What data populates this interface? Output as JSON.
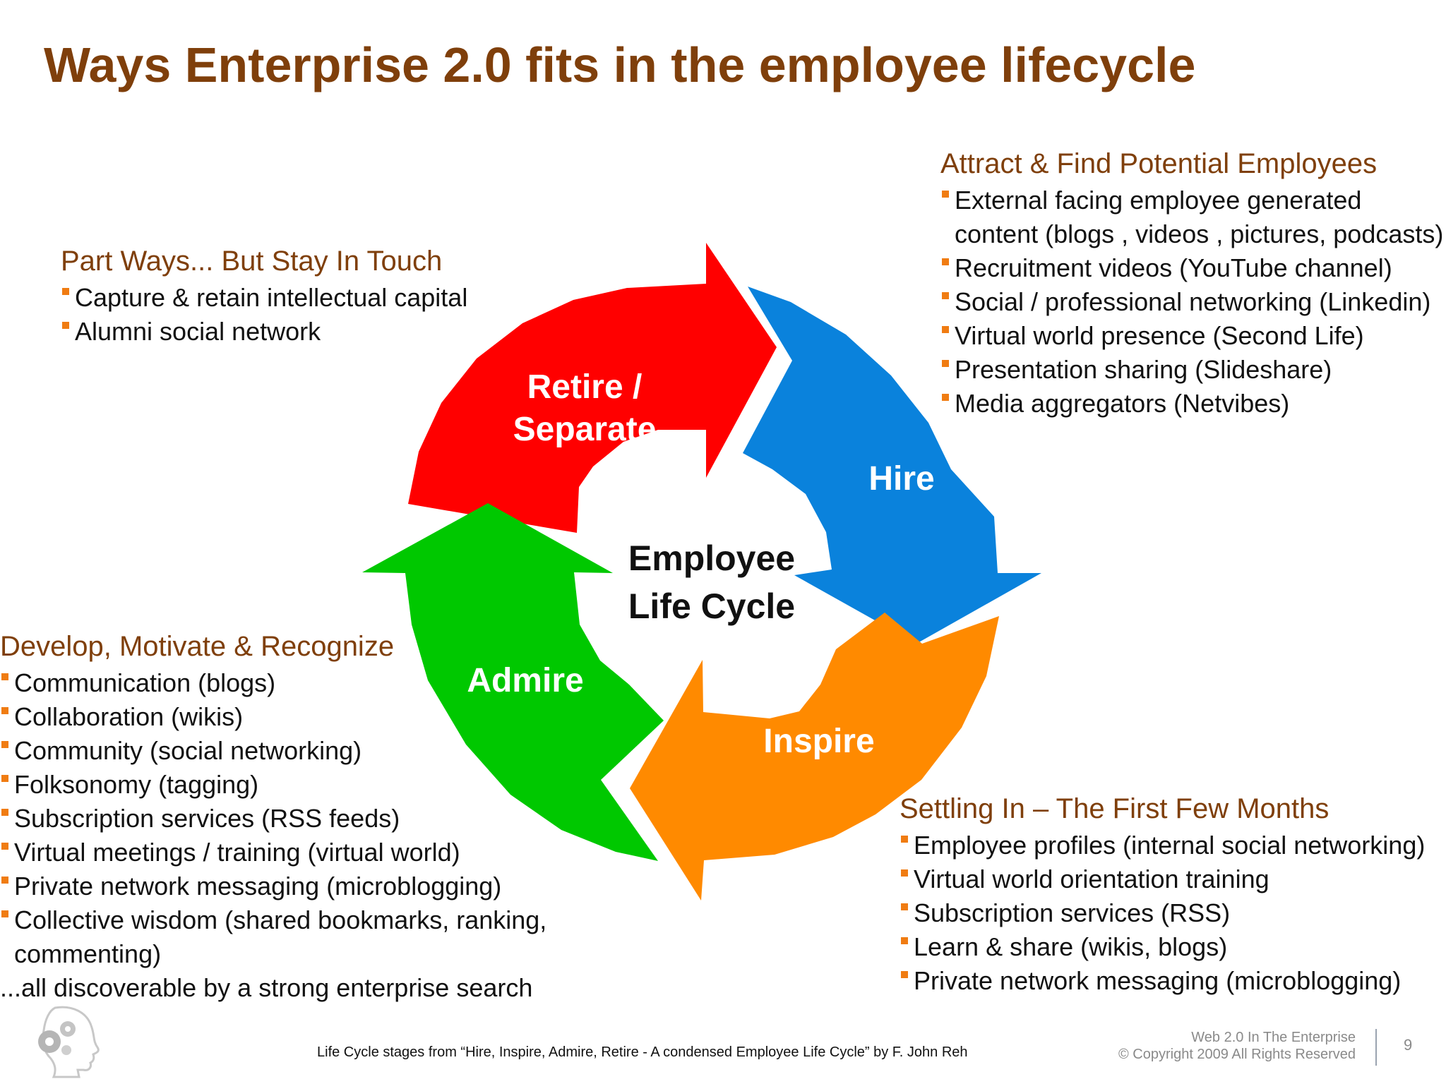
{
  "title": "Ways Enterprise 2.0 fits in the employee lifecycle",
  "cycle": {
    "center_line1": "Employee",
    "center_line2": "Life Cycle",
    "stages": {
      "retire_line1": "Retire /",
      "retire_line2": "Separate",
      "hire": "Hire",
      "inspire": "Inspire",
      "admire": "Admire"
    },
    "colors": {
      "retire": "#ff0000",
      "hire": "#0a82dc",
      "inspire": "#ff8a00",
      "admire": "#00c800"
    }
  },
  "attract": {
    "heading": "Attract & Find Potential Employees",
    "items": [
      "External facing employee generated",
      "Recruitment videos (YouTube channel)",
      "Social / professional networking  (Linkedin)",
      "Virtual world presence (Second Life)",
      "Presentation  sharing  (Slideshare)",
      "Media aggregators (Netvibes)"
    ],
    "item0_continuation": "content (blogs , videos , pictures, podcasts)"
  },
  "partways": {
    "heading": "Part Ways... But Stay In Touch",
    "items": [
      "Capture & retain intellectual capital",
      "Alumni social network"
    ]
  },
  "develop": {
    "heading": "Develop, Motivate & Recognize",
    "items": [
      "Communication (blogs)",
      "Collaboration (wikis)",
      "Community (social networking)",
      "Folksonomy (tagging)",
      "Subscription services (RSS feeds)",
      "Virtual meetings / training (virtual world)",
      "Private network messaging (microblogging)",
      "Collective wisdom (shared bookmarks, ranking,"
    ],
    "item7_continuation": "commenting)",
    "tail": "...all discoverable by a strong enterprise search"
  },
  "settling": {
    "heading": "Settling In – The  First Few Months",
    "items": [
      "Employee profiles (internal social networking)",
      "Virtual world orientation training",
      "Subscription services (RSS)",
      "Learn & share (wikis, blogs)",
      "Private network messaging (microblogging)"
    ]
  },
  "footer": {
    "credit": "Life Cycle stages from “Hire, Inspire, Admire, Retire - A condensed Employee Life Cycle” by F. John Reh",
    "brand_line1": "Web 2.0 In The Enterprise",
    "brand_line2": "© Copyright 2009 All Rights Reserved",
    "page_number": "9",
    "bullet_color": "#f07c12",
    "heading_color": "#7f3f0b"
  }
}
